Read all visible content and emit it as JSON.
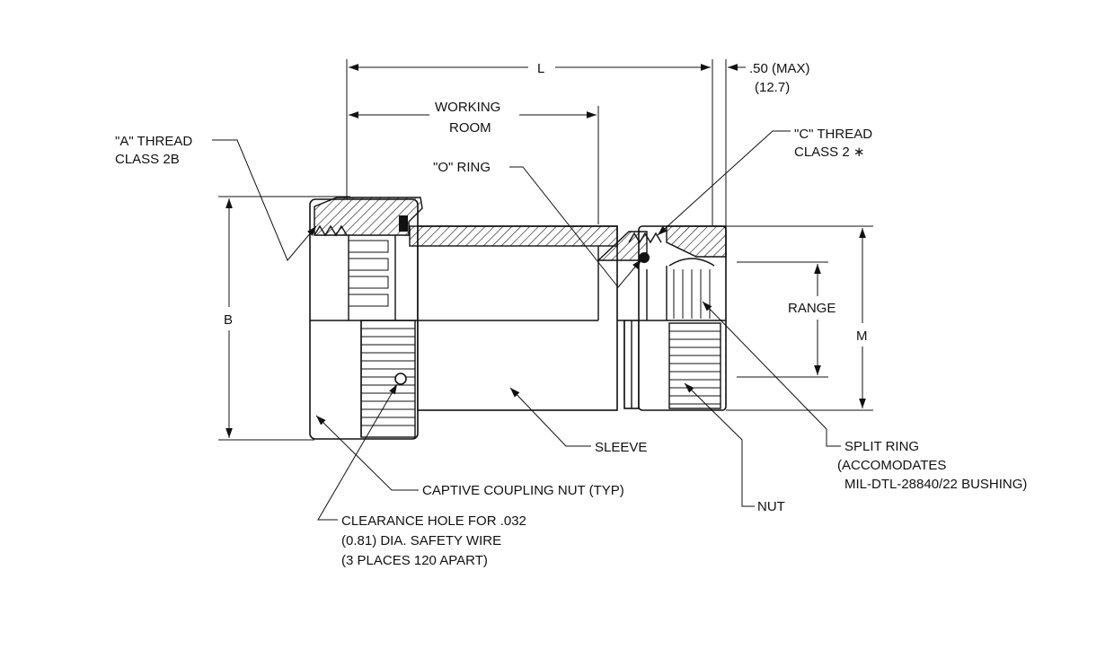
{
  "dimensions": {
    "L": "L",
    "max_in": ".50 (MAX)",
    "max_mm": "(12.7)",
    "working_room_1": "WORKING",
    "working_room_2": "ROOM",
    "B": "B",
    "M": "M",
    "range": "RANGE"
  },
  "callouts": {
    "a_thread_1": "\"A\" THREAD",
    "a_thread_2": "CLASS 2B",
    "c_thread_1": "\"C\" THREAD",
    "c_thread_2": "CLASS 2 ∗",
    "o_ring": "\"O\" RING",
    "sleeve": "SLEEVE",
    "captive_nut": "CAPTIVE COUPLING NUT (TYP)",
    "nut": "NUT",
    "split_ring_1": "SPLIT RING",
    "split_ring_2": "(ACCOMODATES",
    "split_ring_3": "MIL-DTL-28840/22 BUSHING)",
    "clearance_1": "CLEARANCE HOLE FOR .032",
    "clearance_2": "(0.81) DIA. SAFETY WIRE",
    "clearance_3": "(3 PLACES 120 APART)"
  }
}
